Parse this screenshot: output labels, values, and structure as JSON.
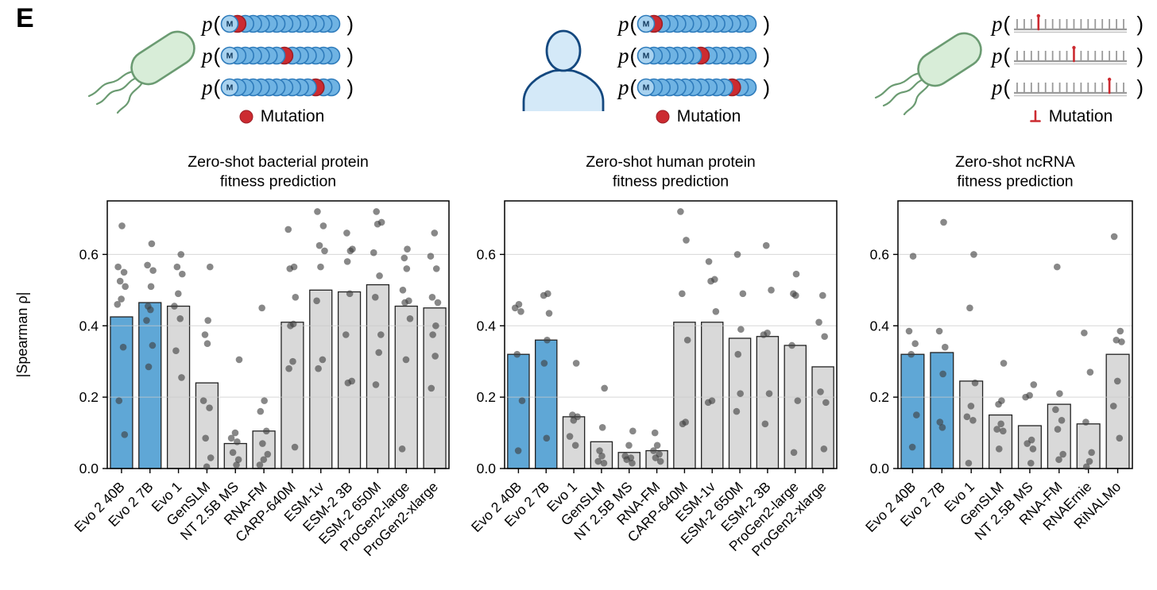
{
  "panel_label": "E",
  "palette": {
    "highlight_bar": "#5fa7d6",
    "default_bar": "#d9d9d9",
    "bar_edge": "#222222",
    "point": "#3f3f3f",
    "grid": "#c9c9c9",
    "axis": "#000000",
    "mutation_red": "#cc2b31",
    "mutation_red_edge": "#9c1f26",
    "protein_circle_fill": "#6fb3e3",
    "protein_circle_edge": "#2e7bbb",
    "protein_start_fill": "#a8d2ef",
    "protein_letter_color": "#123a5e",
    "bacterium_fill": "#d8edd8",
    "bacterium_stroke": "#6b9b72",
    "human_fill": "#d4e9f8",
    "human_stroke": "#14487f",
    "rna_gray": "#9a9a9a",
    "rna_gray_light": "#c4c4c4"
  },
  "header": {
    "groups": [
      {
        "icon": "bacterium",
        "sequence_type": "protein",
        "prefix": "p(",
        "suffix": ")",
        "start_label": "M",
        "num_units": 14,
        "rows": [
          {
            "mutation_index": 1
          },
          {
            "mutation_index": 7
          },
          {
            "mutation_index": 11
          }
        ],
        "legend_label": "Mutation"
      },
      {
        "icon": "human",
        "sequence_type": "protein",
        "prefix": "p(",
        "suffix": ")",
        "start_label": "M",
        "num_units": 14,
        "rows": [
          {
            "mutation_index": 1
          },
          {
            "mutation_index": 7
          },
          {
            "mutation_index": 11
          }
        ],
        "legend_label": "Mutation"
      },
      {
        "icon": "bacterium",
        "sequence_type": "rna",
        "prefix": "p(",
        "suffix": ")",
        "num_units": 16,
        "rows": [
          {
            "mutation_index": 3
          },
          {
            "mutation_index": 8
          },
          {
            "mutation_index": 13
          }
        ],
        "legend_label": "Mutation"
      }
    ]
  },
  "chart_data": [
    {
      "type": "bar+scatter",
      "title": "Zero-shot bacterial protein\nfitness prediction",
      "ylabel": "|Spearman ρ|",
      "ylim": [
        0,
        0.75
      ],
      "ytick_values": [
        0.0,
        0.2,
        0.4,
        0.6
      ],
      "ytick_labels": [
        "0.0",
        "0.2",
        "0.4",
        "0.6"
      ],
      "grid": true,
      "highlight_count": 2,
      "categories": [
        "Evo 2 40B",
        "Evo 2 7B",
        "Evo 1",
        "GenSLM",
        "NT 2.5B MS",
        "RNA-FM",
        "CARP-640M",
        "ESM-1v",
        "ESM-2 3B",
        "ESM-2 650M",
        "ProGen2-large",
        "ProGen2-xlarge"
      ],
      "bar_values": [
        0.425,
        0.465,
        0.455,
        0.24,
        0.07,
        0.105,
        0.41,
        0.5,
        0.495,
        0.515,
        0.455,
        0.45
      ],
      "points": [
        [
          0.68,
          0.565,
          0.55,
          0.525,
          0.51,
          0.475,
          0.46,
          0.34,
          0.19,
          0.095
        ],
        [
          0.63,
          0.57,
          0.555,
          0.51,
          0.455,
          0.445,
          0.415,
          0.345,
          0.285
        ],
        [
          0.6,
          0.565,
          0.545,
          0.49,
          0.455,
          0.42,
          0.33,
          0.255
        ],
        [
          0.565,
          0.415,
          0.375,
          0.35,
          0.19,
          0.17,
          0.085,
          0.03,
          0.005
        ],
        [
          0.305,
          0.1,
          0.085,
          0.075,
          0.045,
          0.025,
          0.01
        ],
        [
          0.45,
          0.19,
          0.16,
          0.105,
          0.07,
          0.04,
          0.025,
          0.01
        ],
        [
          0.67,
          0.565,
          0.56,
          0.48,
          0.405,
          0.4,
          0.3,
          0.28,
          0.06
        ],
        [
          0.72,
          0.68,
          0.625,
          0.61,
          0.565,
          0.47,
          0.305,
          0.28
        ],
        [
          0.66,
          0.615,
          0.61,
          0.58,
          0.49,
          0.375,
          0.245,
          0.24
        ],
        [
          0.72,
          0.69,
          0.685,
          0.605,
          0.54,
          0.48,
          0.375,
          0.325,
          0.235
        ],
        [
          0.615,
          0.59,
          0.56,
          0.5,
          0.47,
          0.465,
          0.42,
          0.305,
          0.055
        ],
        [
          0.66,
          0.595,
          0.56,
          0.48,
          0.465,
          0.4,
          0.375,
          0.315,
          0.225
        ]
      ]
    },
    {
      "type": "bar+scatter",
      "title": "Zero-shot human protein\nfitness prediction",
      "ylabel": "",
      "ylim": [
        0,
        0.75
      ],
      "ytick_values": [
        0.0,
        0.2,
        0.4,
        0.6
      ],
      "ytick_labels": [
        "0.0",
        "0.2",
        "0.4",
        "0.6"
      ],
      "grid": true,
      "highlight_count": 2,
      "categories": [
        "Evo 2 40B",
        "Evo 2 7B",
        "Evo 1",
        "GenSLM",
        "NT 2.5B MS",
        "RNA-FM",
        "CARP-640M",
        "ESM-1v",
        "ESM-2 650M",
        "ESM-2 3B",
        "ProGen2-large",
        "ProGen2-xlarge"
      ],
      "bar_values": [
        0.32,
        0.36,
        0.145,
        0.075,
        0.045,
        0.05,
        0.41,
        0.41,
        0.365,
        0.37,
        0.345,
        0.285
      ],
      "points": [
        [
          0.46,
          0.45,
          0.44,
          0.32,
          0.19,
          0.05
        ],
        [
          0.49,
          0.485,
          0.435,
          0.36,
          0.295,
          0.085
        ],
        [
          0.295,
          0.15,
          0.145,
          0.135,
          0.09,
          0.065
        ],
        [
          0.225,
          0.115,
          0.05,
          0.035,
          0.02,
          0.015
        ],
        [
          0.105,
          0.065,
          0.035,
          0.03,
          0.025,
          0.015
        ],
        [
          0.1,
          0.065,
          0.05,
          0.04,
          0.03,
          0.02
        ],
        [
          0.72,
          0.64,
          0.49,
          0.36,
          0.13,
          0.125
        ],
        [
          0.58,
          0.53,
          0.525,
          0.44,
          0.19,
          0.185
        ],
        [
          0.6,
          0.49,
          0.39,
          0.32,
          0.21,
          0.16
        ],
        [
          0.625,
          0.5,
          0.38,
          0.375,
          0.21,
          0.125
        ],
        [
          0.545,
          0.49,
          0.485,
          0.345,
          0.19,
          0.045
        ],
        [
          0.485,
          0.41,
          0.37,
          0.215,
          0.185,
          0.055
        ]
      ]
    },
    {
      "type": "bar+scatter",
      "title": "Zero-shot ncRNA\nfitness prediction",
      "ylabel": "",
      "ylim": [
        0,
        0.75
      ],
      "ytick_values": [
        0.0,
        0.2,
        0.4,
        0.6
      ],
      "ytick_labels": [
        "0.0",
        "0.2",
        "0.4",
        "0.6"
      ],
      "grid": true,
      "highlight_count": 2,
      "categories": [
        "Evo 2 40B",
        "Evo 2 7B",
        "Evo 1",
        "GenSLM",
        "NT 2.5B MS",
        "RNA-FM",
        "RNAErnie",
        "RiNALMo"
      ],
      "bar_values": [
        0.32,
        0.325,
        0.245,
        0.15,
        0.12,
        0.18,
        0.125,
        0.32
      ],
      "points": [
        [
          0.595,
          0.385,
          0.35,
          0.32,
          0.15,
          0.06
        ],
        [
          0.69,
          0.385,
          0.34,
          0.265,
          0.13,
          0.115
        ],
        [
          0.6,
          0.45,
          0.24,
          0.175,
          0.145,
          0.135,
          0.015
        ],
        [
          0.295,
          0.19,
          0.18,
          0.125,
          0.11,
          0.105,
          0.055
        ],
        [
          0.235,
          0.205,
          0.2,
          0.08,
          0.07,
          0.055,
          0.015
        ],
        [
          0.565,
          0.21,
          0.165,
          0.135,
          0.11,
          0.04,
          0.025
        ],
        [
          0.38,
          0.27,
          0.13,
          0.045,
          0.02,
          0.005
        ],
        [
          0.65,
          0.385,
          0.36,
          0.355,
          0.245,
          0.175,
          0.085
        ]
      ]
    }
  ]
}
